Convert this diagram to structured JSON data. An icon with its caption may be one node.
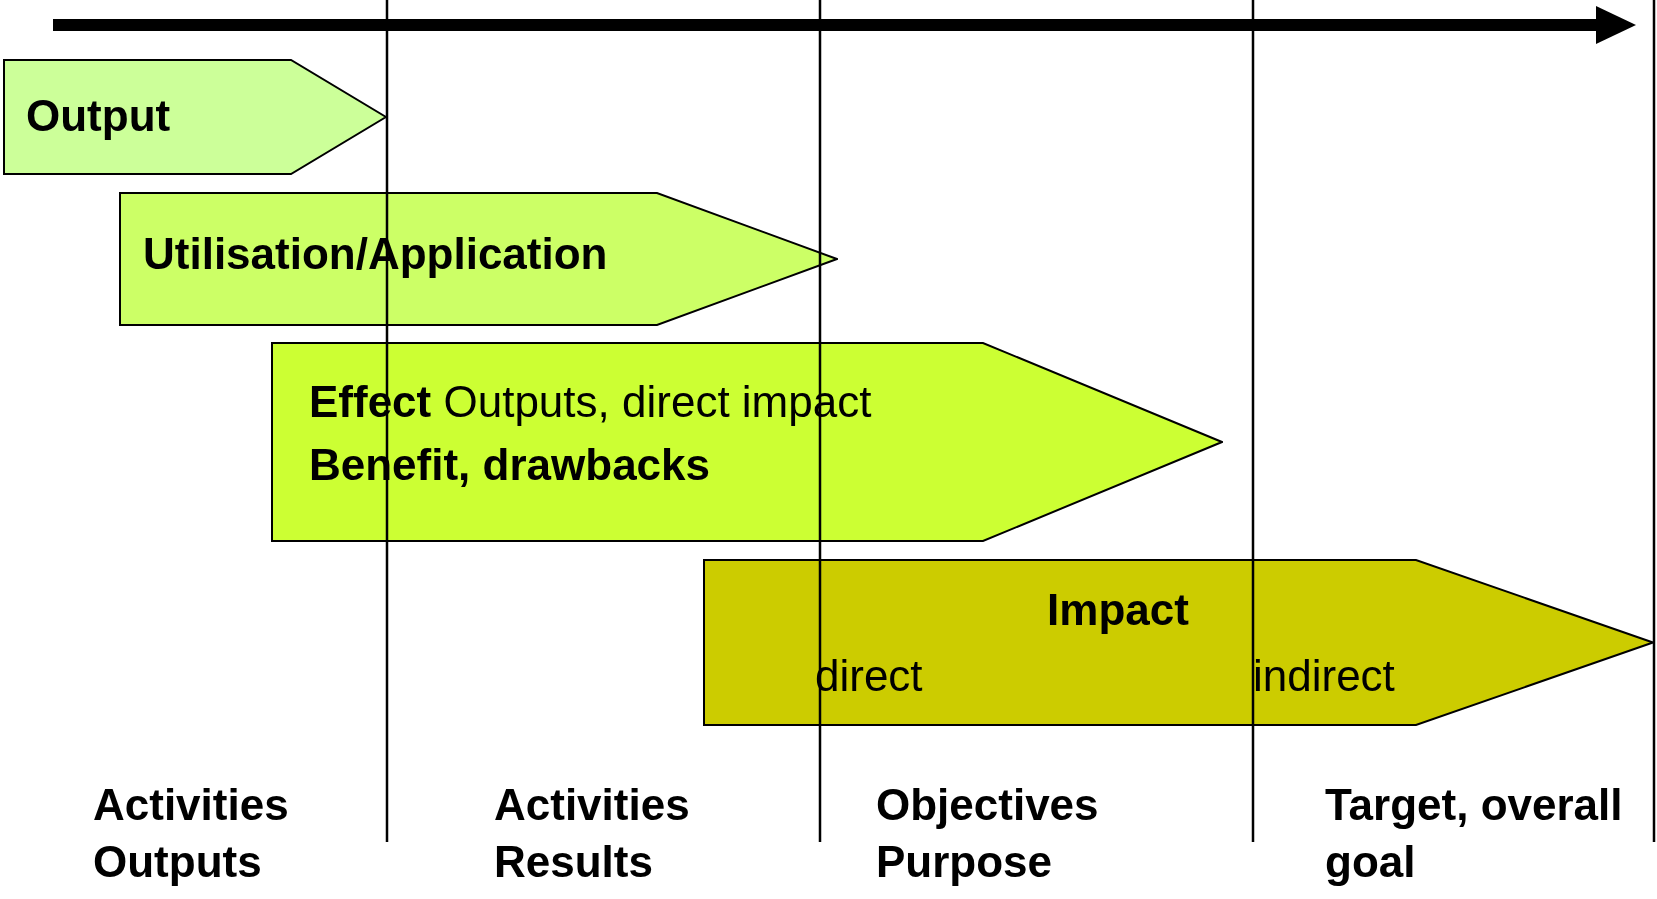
{
  "diagram": {
    "nodes": [
      {
        "text": [
          "Output"
        ]
      },
      {
        "text": [
          "Utilisation/Application"
        ]
      },
      {
        "text": [
          "**Effect** Outputs, direct impact",
          "Benefit, drawbacks"
        ]
      },
      {
        "text": [
          "Impact",
          "direct",
          "indirect"
        ]
      }
    ],
    "labels": [
      "Activities Outputs",
      "Activities Results",
      "Objectives Purpose",
      "Target, overall goal"
    ]
  }
}
